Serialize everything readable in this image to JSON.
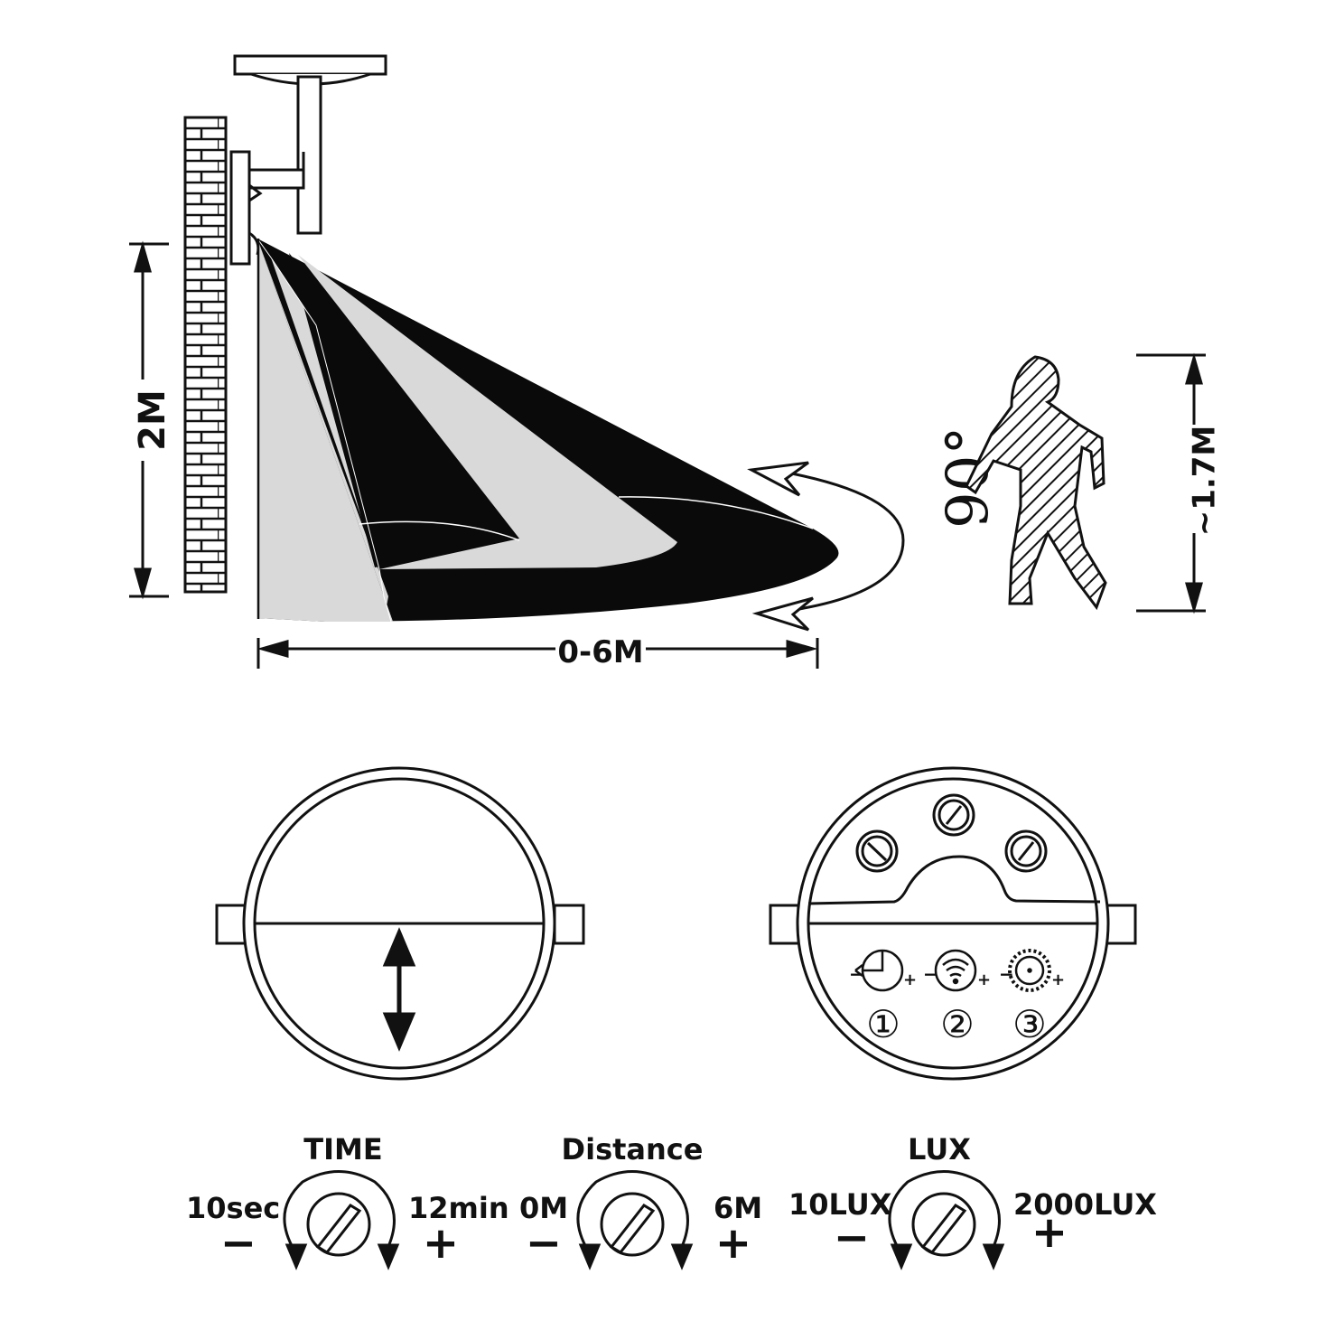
{
  "installation": {
    "mount_height_label": "2M",
    "detection_range_label": "0-6M",
    "detection_angle_label": "90°",
    "person_height_label": "~1.7M"
  },
  "sensor_back": {
    "knob_numbers": [
      "①",
      "②",
      "③"
    ]
  },
  "knobs": [
    {
      "title": "TIME",
      "min_label": "10sec",
      "max_label": "12min",
      "minus": "−",
      "plus": "+"
    },
    {
      "title": "Distance",
      "min_label": "0M",
      "max_label": "6M",
      "minus": "−",
      "plus": "+"
    },
    {
      "title": "LUX",
      "min_label": "10LUX",
      "max_label": "2000LUX",
      "minus": "−",
      "plus": "+"
    }
  ],
  "colors": {
    "ink": "#111111",
    "zone_light": "#d9d9d9",
    "zone_dark": "#0a0a0a",
    "background": "#ffffff"
  }
}
